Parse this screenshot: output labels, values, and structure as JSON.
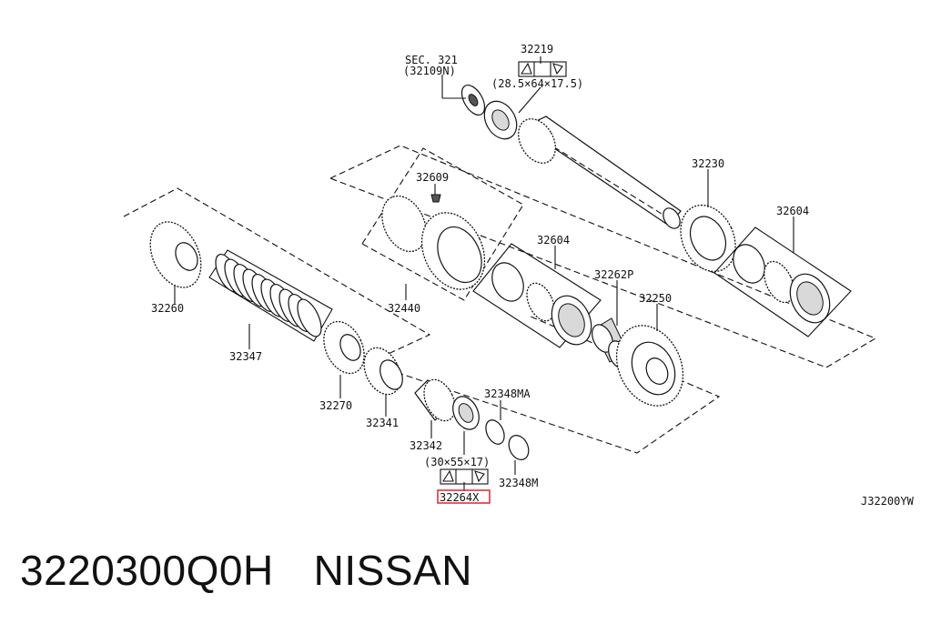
{
  "diagram": {
    "corner_code": "J32200YW",
    "highlight_color": "#e0232e",
    "labels": {
      "sec": "SEC. 321",
      "sec_ref": "(32109N)",
      "p32219": "32219",
      "dim_32219": "(28.5×64×17.5)",
      "p32230": "32230",
      "p32609": "32609",
      "p32604_top": "32604",
      "p32604_mid": "32604",
      "p32262P": "32262P",
      "p32250": "32250",
      "p32260": "32260",
      "p32440": "32440",
      "p32347": "32347",
      "p32270": "32270",
      "p32341": "32341",
      "p32342": "32342",
      "p32348MA": "32348MA",
      "p32348M": "32348M",
      "dim_32264X": "(30×55×17)",
      "p32264X": "32264X"
    }
  },
  "footer": {
    "part_number": "3220300Q0H",
    "brand": "NISSAN"
  }
}
